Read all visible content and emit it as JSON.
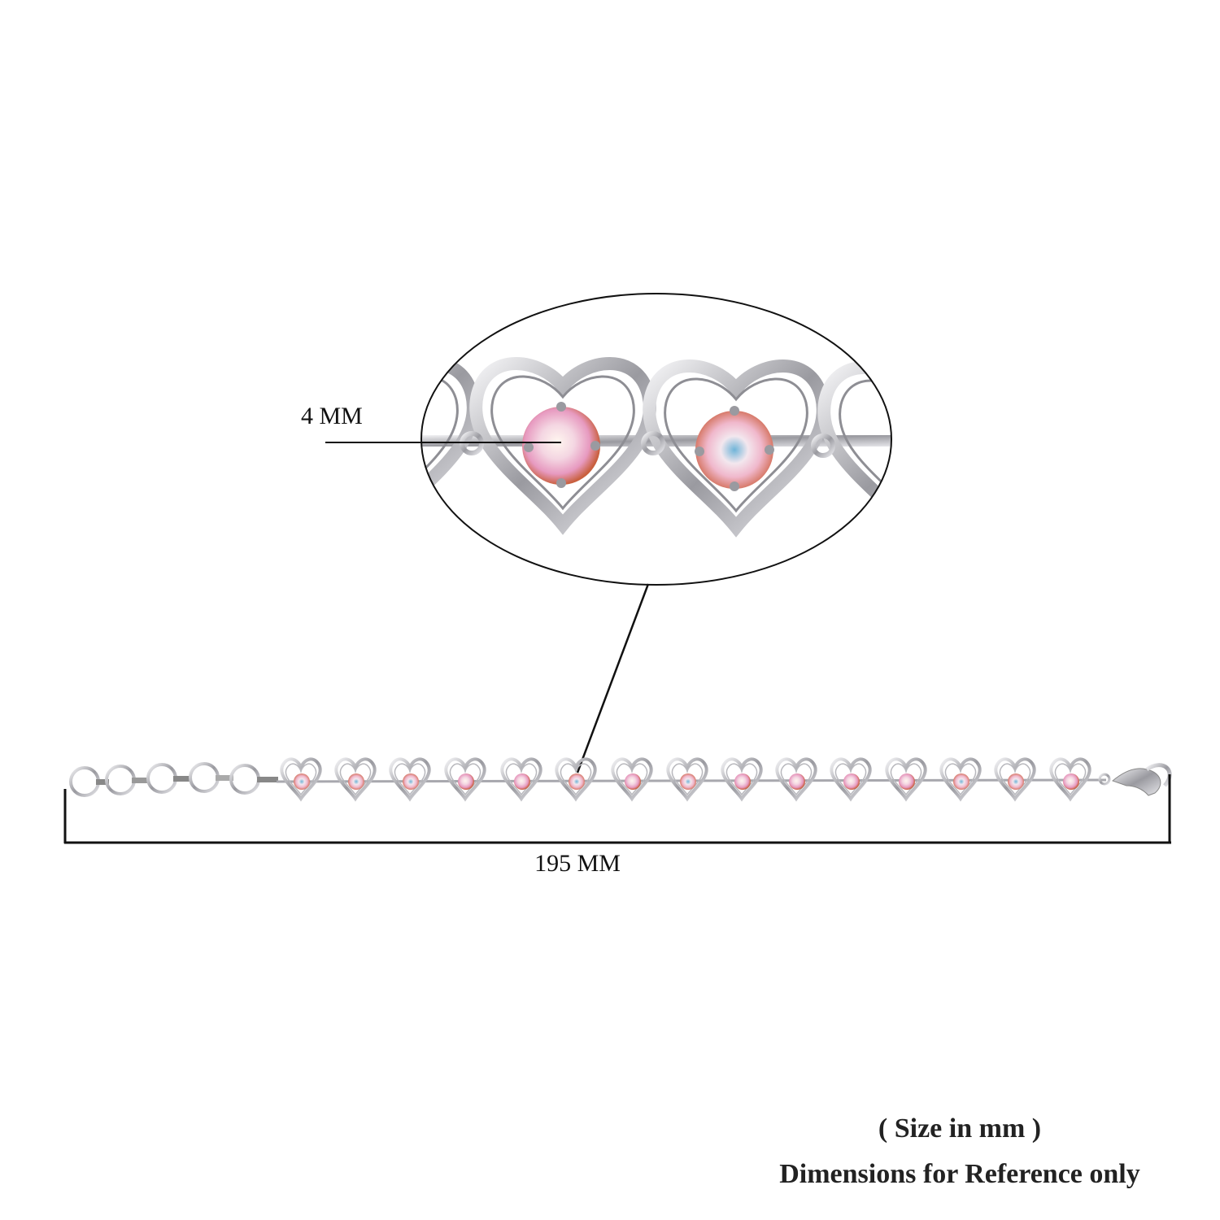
{
  "product": {
    "name": "heart-link-bracelet",
    "heart_count": 15,
    "ring_count": 5,
    "metal_color": "#c8c8cc",
    "stone_colors": [
      "#7fb6d6",
      "#f2c9d6",
      "#f5e3c8",
      "#e58a6b",
      "#ffffff"
    ]
  },
  "annotations": {
    "stone_size_label": "4 MM",
    "length_label": "195 MM"
  },
  "footer": {
    "size_note": "( Size in mm )",
    "disclaimer": "Dimensions for Reference only"
  },
  "colors": {
    "line": "#111111",
    "text": "#111111",
    "note_text": "#222222",
    "background": "#ffffff"
  }
}
